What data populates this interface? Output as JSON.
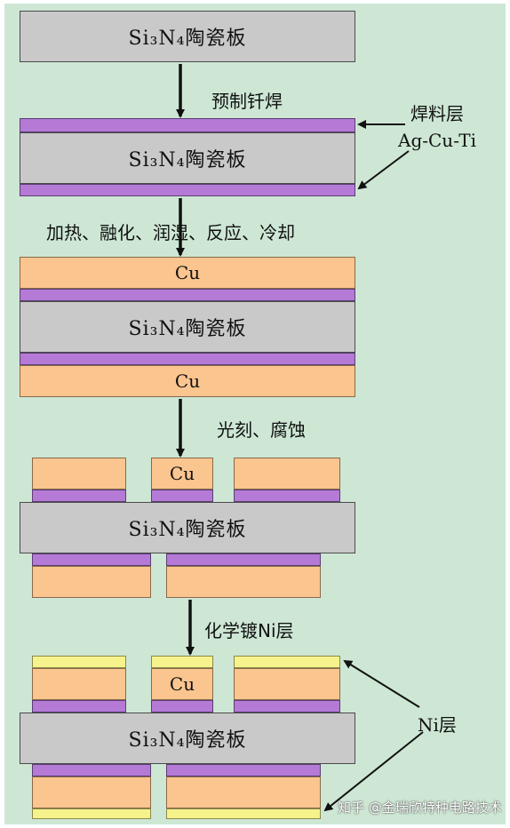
{
  "labels": {
    "si3n4": "Si₃N₄陶瓷板",
    "cu": "Cu",
    "step1": "预制钎焊",
    "solder_layer": "焊料层",
    "solder_alloy": "Ag-Cu-Ti",
    "step2": "加热、融化、润湿、反应、冷却",
    "step3": "光刻、腐蚀",
    "step4": "化学镀Ni层",
    "ni_layer": "Ni层"
  },
  "watermark": "知乎 @金瑞欣特种电路技术",
  "colors": {
    "background": "#cde7d4",
    "ceramic": "#c9c9c9",
    "solder": "#b57ad6",
    "copper": "#fbc58f",
    "nickel": "#f6f38d"
  }
}
